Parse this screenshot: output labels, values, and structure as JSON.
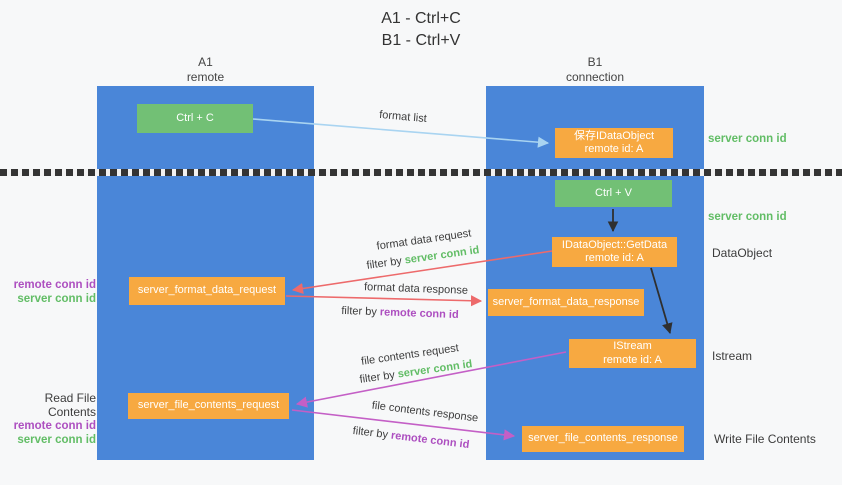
{
  "title": {
    "lines": [
      "A1 - Ctrl+C",
      "B1 - Ctrl+V"
    ]
  },
  "columns": {
    "a1": {
      "name": "A1",
      "role": "remote"
    },
    "b1": {
      "name": "B1",
      "role": "connection"
    }
  },
  "nodes": {
    "ctrl_c": "Ctrl + C",
    "ctrl_v": "Ctrl + V",
    "save_dataobject": {
      "line1": "保存IDataObject",
      "line2": "remote id: A"
    },
    "getdata": {
      "line1": "IDataObject::GetData",
      "line2": "remote id: A"
    },
    "istream": {
      "line1": "IStream",
      "line2": "remote id: A"
    },
    "format_request": "server_format_data_request",
    "format_response": "server_format_data_response",
    "file_request": "server_file_contents_request",
    "file_response": "server_file_contents_response"
  },
  "edges": {
    "format_list": {
      "label": "format list"
    },
    "format_data_request": {
      "label": "format data request",
      "filter_prefix": "filter by ",
      "filter_key": "server conn id"
    },
    "format_data_response": {
      "label": "format data response",
      "filter_prefix": "filter by ",
      "filter_key": "remote conn id"
    },
    "file_contents_request": {
      "label": "file contents request",
      "filter_prefix": "filter by ",
      "filter_key": "server conn id"
    },
    "file_contents_response": {
      "label": "file contents response",
      "filter_prefix": "filter by ",
      "filter_key": "remote conn id"
    }
  },
  "annotations": {
    "save_dataobject_right": "server conn id",
    "ctrl_v_right": "server conn id",
    "getdata_right": "DataObject",
    "istream_right": "Istream",
    "file_response_right": "Write File Contents",
    "format_request_left": {
      "line1": "remote conn id",
      "line2": "server conn id"
    },
    "file_request_left": {
      "title": "Read File Contents",
      "line1": "remote conn id",
      "line2": "server conn id"
    }
  },
  "colors": {
    "column_blue": "#4a86d8",
    "node_green": "#72c075",
    "node_orange": "#f7a941",
    "arrow_blue": "#a9d4f1",
    "arrow_red": "#ed6a6b",
    "arrow_magenta": "#c45fc6",
    "arrow_black": "#2f2f2f",
    "label_green": "#62bd66",
    "label_purple": "#ad4fc0"
  }
}
